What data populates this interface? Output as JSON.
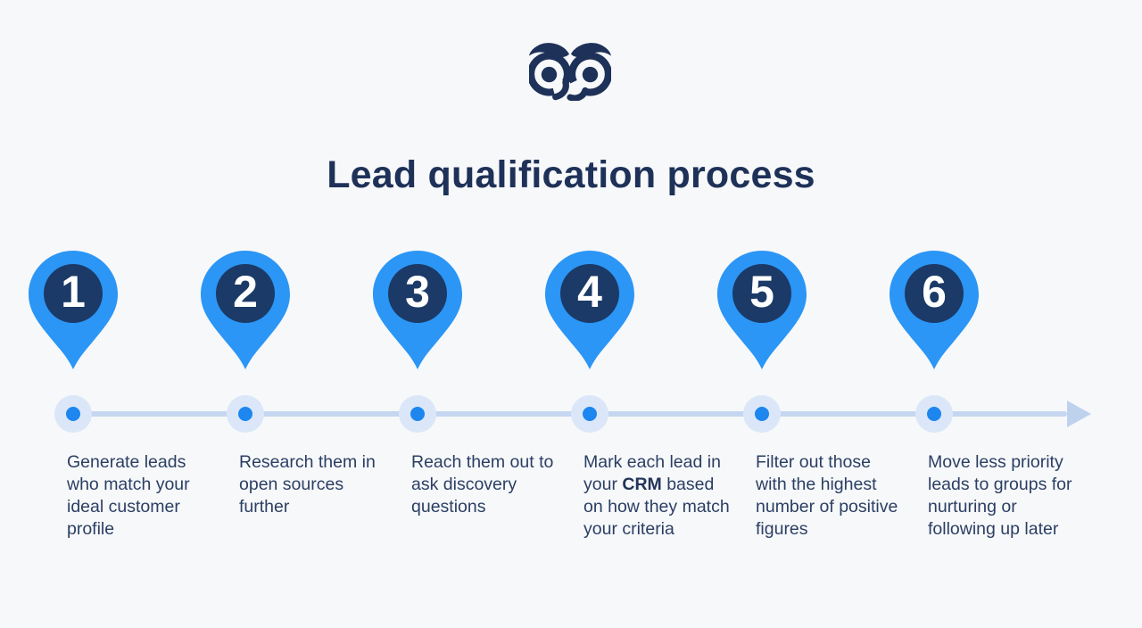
{
  "title": "Lead qualification process",
  "logo": {
    "label": "owl logo"
  },
  "colors": {
    "background": "#f7f8fa",
    "navy": "#1e3158",
    "pin_blue": "#2b96f5",
    "pin_inner_navy": "#1b3a67",
    "text_navy": "#2b3f63",
    "timeline_line": "#c5d7f0",
    "timeline_halo": "#dbe7f8",
    "timeline_dot": "#1d86ef",
    "arrow": "#bed2ee",
    "number_white": "#ffffff"
  },
  "steps": [
    {
      "number": "1",
      "t1": "Generate leads\nwho match your\nideal customer\nprofile",
      "bold": "",
      "t2": ""
    },
    {
      "number": "2",
      "t1": "Research them in\nopen sources\nfurther",
      "bold": "",
      "t2": ""
    },
    {
      "number": "3",
      "t1": "Reach them out to\nask discovery\nquestions",
      "bold": "",
      "t2": ""
    },
    {
      "number": "4",
      "t1": "Mark each lead in\nyour ",
      "bold": "CRM",
      "t2": " based\non how they match\nyour criteria"
    },
    {
      "number": "5",
      "t1": "Filter out those\nwith the highest\nnumber of positive\nfigures",
      "bold": "",
      "t2": ""
    },
    {
      "number": "6",
      "t1": "Move less priority\nleads to groups for\nnurturing or\nfollowing up later",
      "bold": "",
      "t2": ""
    }
  ]
}
